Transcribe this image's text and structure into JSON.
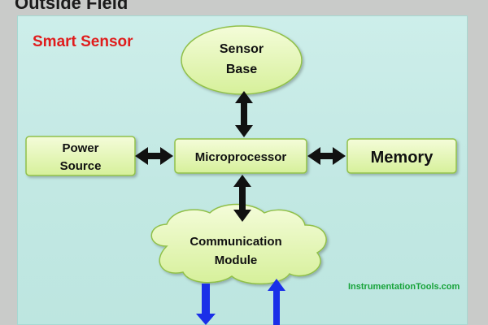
{
  "header": {
    "title": "Outside Field"
  },
  "panel": {
    "title": "Smart Sensor"
  },
  "nodes": {
    "sensor_base": {
      "line1": "Sensor",
      "line2": "Base"
    },
    "power_source": {
      "line1": "Power",
      "line2": "Source"
    },
    "microprocessor": {
      "label": "Microprocessor"
    },
    "memory": {
      "label": "Memory"
    },
    "communication_module": {
      "line1": "Communication",
      "line2": "Module"
    }
  },
  "watermark": {
    "text": "InstrumentationTools.com"
  },
  "colors": {
    "panel_bg": "#c5eae5",
    "node_fill": "#e4f7b8",
    "node_stroke": "#90c04a",
    "title_red": "#e01c1c",
    "watermark_green": "#17a33a",
    "arrow_black": "#111111",
    "arrow_blue": "#1a2fe8"
  }
}
